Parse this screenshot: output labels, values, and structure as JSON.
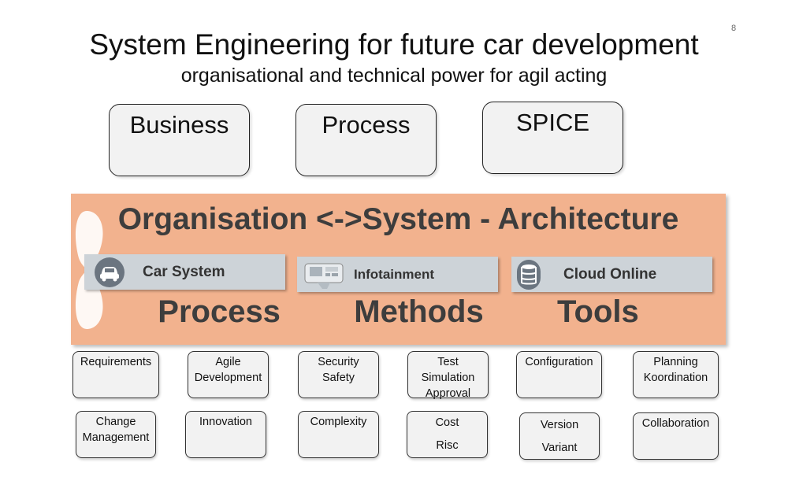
{
  "page_number": "8",
  "title": "System Engineering for future car development",
  "subtitle": "organisational and technical power for agil acting",
  "top_boxes": [
    "Business",
    "Process",
    "SPICE"
  ],
  "band": {
    "title": "Organisation <->System - Architecture",
    "bottom_text": "Process   Methods   Tools",
    "color": "#f2b28e"
  },
  "systems": [
    {
      "label": "Car System",
      "icon": "car-icon"
    },
    {
      "label": "Infotainment",
      "icon": "dashboard-icon"
    },
    {
      "label": "Cloud Online",
      "icon": "database-icon"
    }
  ],
  "row1": [
    {
      "lines": [
        "Requirements"
      ]
    },
    {
      "lines": [
        "Agile",
        "Development"
      ]
    },
    {
      "lines": [
        "Security",
        "Safety"
      ]
    },
    {
      "lines": [
        "Test",
        "Simulation",
        "Approval"
      ]
    },
    {
      "lines": [
        "Configuration"
      ]
    },
    {
      "lines": [
        "Planning",
        "Koordination"
      ]
    }
  ],
  "row2": [
    {
      "lines": [
        "Change",
        "Management"
      ]
    },
    {
      "lines": [
        "Innovation"
      ]
    },
    {
      "lines": [
        "Complexity"
      ]
    },
    {
      "lines": [
        "Cost",
        "Risc"
      ]
    },
    {
      "lines": [
        "Version",
        "Variant"
      ]
    },
    {
      "lines": [
        "Collaboration"
      ]
    }
  ]
}
